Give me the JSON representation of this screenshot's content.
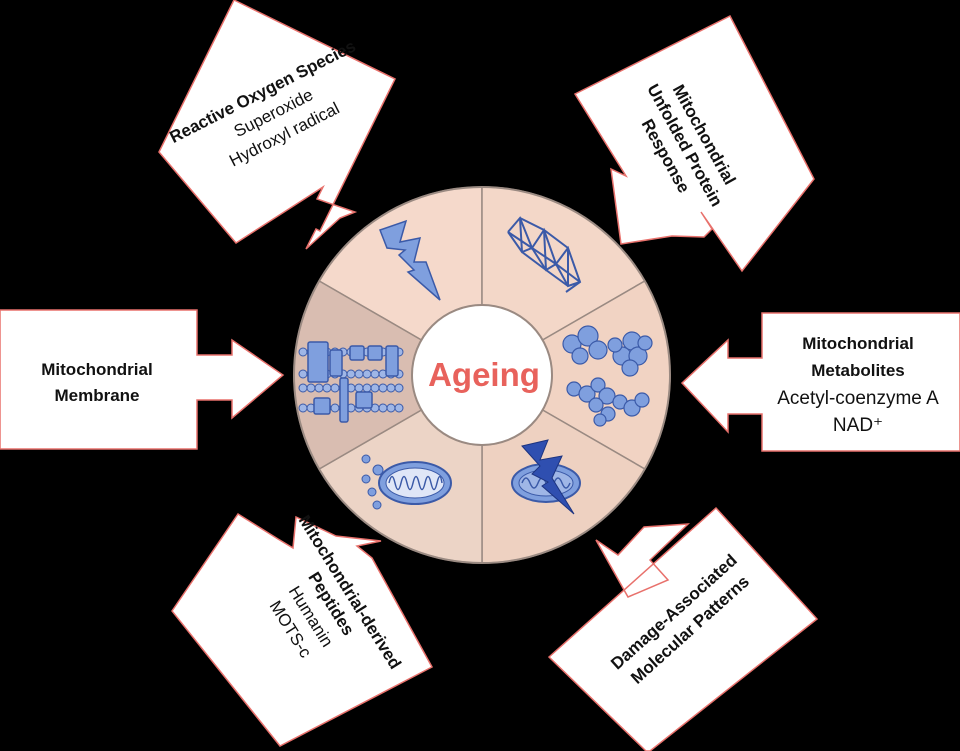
{
  "center": {
    "label": "Ageing"
  },
  "callouts": {
    "ros": {
      "title": "Reactive Oxygen Species",
      "items": [
        "Superoxide",
        "Hydroxyl radical"
      ]
    },
    "mt_upr": {
      "lines": [
        "Mitochondrial",
        "Unfolded Protein",
        "Response"
      ]
    },
    "metabolites": {
      "lines": [
        "Mitochondrial",
        "Metabolites"
      ],
      "items": [
        "Acetyl-coenzyme A",
        "NAD⁺"
      ]
    },
    "damps": {
      "lines": [
        "Damage-Associated",
        "Molecular Patterns"
      ]
    },
    "peptides": {
      "lines": [
        "Mitochondrial-derived",
        "Peptides"
      ],
      "items": [
        "Humanin",
        "MOTS-c"
      ]
    },
    "membrane": {
      "lines": [
        "Mitochondrial",
        "Membrane"
      ]
    }
  },
  "icons": [
    "lightning-bolt",
    "protein-lattice",
    "metabolite-molecules",
    "damaged-mitochondrion",
    "mitochondrion-with-vesicles",
    "lipid-bilayer-with-proteins"
  ],
  "colors": {
    "callout_border": "#e8716c",
    "wheel_top": "#f5d9cb",
    "wheel_right": "#f1d3c3",
    "wheel_bottom": "#ecd4c6",
    "wheel_left": "#d9bdb1",
    "icon_fill": "#7f9fde",
    "icon_stroke": "#3b5aa8",
    "center_text": "#e8625c"
  }
}
